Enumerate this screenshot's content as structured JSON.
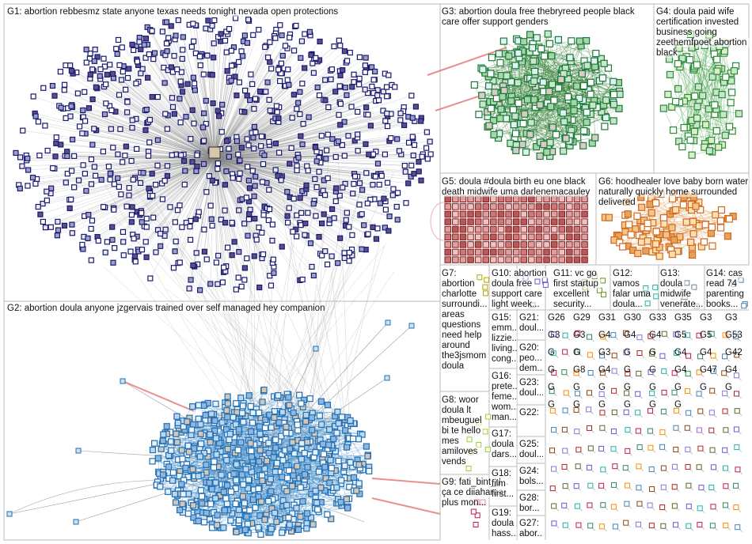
{
  "graph": {
    "title": "",
    "groups": [
      {
        "id": "G1",
        "label": "G1: abortion rebbesmz state anyone texas needs tonight nevada open protections",
        "color": "#191970"
      },
      {
        "id": "G2",
        "label": "G2: abortion doula anyone jzgervais trained over self managed hey companion",
        "color": "#1f6fb5"
      },
      {
        "id": "G3",
        "label": "G3: abortion doula free thebryreed people black care offer support genders",
        "color": "#1d7a3a"
      },
      {
        "id": "G4",
        "label": "G4: doula paid wife certification invested business going zeethemfpoet abortion black",
        "color": "#2e8b3a"
      },
      {
        "id": "G5",
        "label": "G5: doula #doula birth eu one black death midwife uma darlenemacauley",
        "color": "#8b1a1a"
      },
      {
        "id": "G6",
        "label": "G6: hoodhealer love baby born water naturally quickly home surrounded delivered",
        "color": "#d2691e"
      },
      {
        "id": "G7",
        "label": "G7: abortion charlotte surroundi... areas questions need help around the3jsmom doula",
        "color": "#b8a000"
      },
      {
        "id": "G8",
        "label": "G8: woor doula lt mbeuguel bi te hello mes amiloves vends",
        "color": "#9acd32"
      },
      {
        "id": "G9",
        "label": "G9: fati_bint_d... ça ce diiaharaa plus mon...",
        "color": "#c2185b"
      },
      {
        "id": "G10",
        "label": "G10: abortion doula free support care light week...",
        "color": "#6a5acd"
      },
      {
        "id": "G11",
        "label": "G11: vc go first startup excellent security...",
        "color": "#6b8e23"
      },
      {
        "id": "G12",
        "label": "G12: vamos falar uma doula...",
        "color": "#20b2aa"
      },
      {
        "id": "G13",
        "label": "G13: doula midwife venerate...",
        "color": "#708090"
      },
      {
        "id": "G14",
        "label": "G14: cas read 74 parenting books...",
        "color": "#4682b4"
      },
      {
        "id": "G15",
        "label": "G15: emm... lizzie... living... cong...",
        "color": "#8a2be2"
      },
      {
        "id": "G16",
        "label": "G16: prete... feme... wom... man...",
        "color": "#daa520"
      },
      {
        "id": "G17",
        "label": "G17: doula dars...",
        "color": "#9370db"
      },
      {
        "id": "G18",
        "label": "G18: film first...",
        "color": "#cd5c5c"
      },
      {
        "id": "G19",
        "label": "G19: doula hass...",
        "color": "#008b8b"
      },
      {
        "id": "G20",
        "label": "G20: peo... dem...",
        "color": "#556b2f"
      },
      {
        "id": "G21",
        "label": "G21: doul...",
        "color": "#b22222"
      },
      {
        "id": "G22",
        "label": "G22:",
        "color": "#483d8b"
      },
      {
        "id": "G23",
        "label": "G23: doul...",
        "color": "#2f4f4f"
      },
      {
        "id": "G24",
        "label": "G24: bols...",
        "color": "#8b4513"
      },
      {
        "id": "G25",
        "label": "G25: doul...",
        "color": "#ff8c00"
      },
      {
        "id": "G27",
        "label": "G27: abor...",
        "color": "#4b0082"
      },
      {
        "id": "G28",
        "label": "G28: bor...",
        "color": "#2e8b57"
      }
    ],
    "small_labels": [
      "G26",
      "G29",
      "G31",
      "G30",
      "G33",
      "G35",
      "G3",
      "G3",
      "G3",
      "G3",
      "G4",
      "G4",
      "G4",
      "G5",
      "G5",
      "G53",
      "G",
      "G",
      "G3",
      "G",
      "G",
      "G4",
      "G4",
      "G42",
      "G",
      "G8",
      "G4",
      "G",
      "G",
      "G4",
      "G47",
      "G4",
      "G",
      "G",
      "G",
      "G",
      "G",
      "G",
      "G",
      "G",
      "G",
      "G",
      "G",
      "G",
      "G",
      "G"
    ]
  }
}
